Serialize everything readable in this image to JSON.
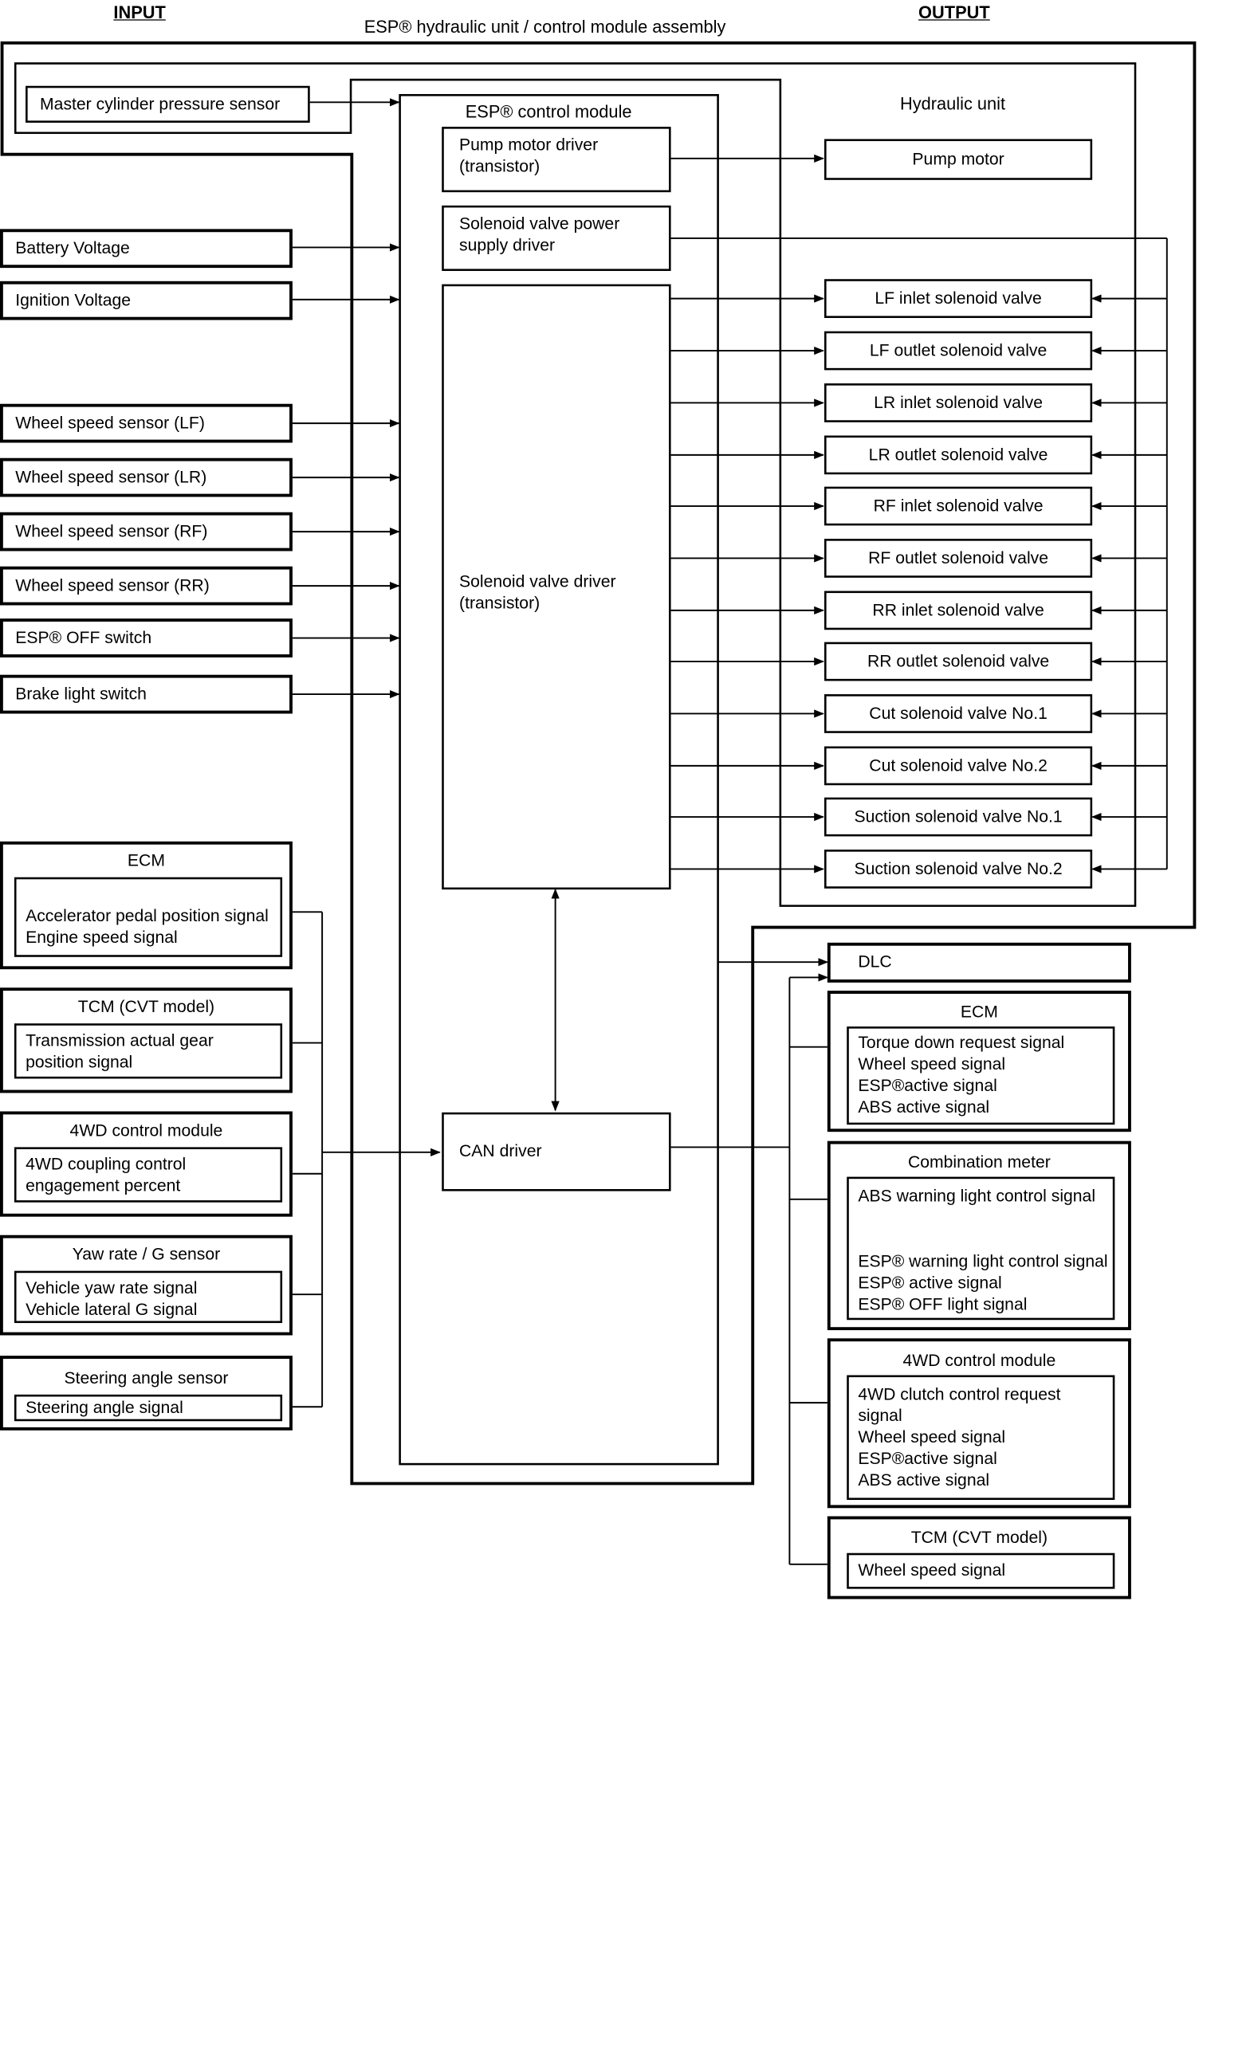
{
  "headers": {
    "input": "INPUT",
    "output": "OUTPUT",
    "assembly": "ESP® hydraulic unit / control module assembly",
    "hydraulic_unit": "Hydraulic unit",
    "control_module": "ESP® control module"
  },
  "inputs": {
    "master_cylinder": "Master cylinder pressure sensor",
    "battery_voltage": "Battery Voltage",
    "ignition_voltage": "Ignition Voltage",
    "wss_lf": "Wheel speed sensor (LF)",
    "wss_lr": "Wheel speed sensor (LR)",
    "wss_rf": "Wheel speed sensor (RF)",
    "wss_rr": "Wheel speed sensor (RR)",
    "esp_off_switch": "ESP® OFF switch",
    "brake_light_switch": "Brake light switch"
  },
  "can_inputs": {
    "ecm": {
      "title": "ECM",
      "signals": [
        "Accelerator pedal position signal",
        "Engine speed signal"
      ]
    },
    "tcm": {
      "title": "TCM (CVT model)",
      "signals": [
        "Transmission actual gear",
        "position signal"
      ]
    },
    "awd": {
      "title": "4WD control module",
      "signals": [
        "4WD coupling control",
        "engagement percent"
      ]
    },
    "yaw": {
      "title": "Yaw rate / G sensor",
      "signals": [
        "Vehicle yaw rate signal",
        "Vehicle lateral G signal"
      ]
    },
    "steering": {
      "title": "Steering angle sensor",
      "signals": [
        "Steering angle signal"
      ]
    }
  },
  "module": {
    "pump_driver": [
      "Pump motor driver",
      "(transistor)"
    ],
    "power_driver": [
      "Solenoid valve power",
      "supply driver"
    ],
    "solenoid_driver": [
      "Solenoid valve driver",
      "(transistor)"
    ],
    "can_driver": "CAN driver"
  },
  "outputs": {
    "pump_motor": "Pump motor",
    "valves": [
      "LF inlet solenoid valve",
      "LF outlet solenoid valve",
      "LR inlet solenoid valve",
      "LR outlet solenoid valve",
      "RF inlet solenoid valve",
      "RF outlet solenoid valve",
      "RR inlet solenoid valve",
      "RR outlet solenoid valve",
      "Cut solenoid valve No.1",
      "Cut solenoid valve No.2",
      "Suction solenoid valve No.1",
      "Suction solenoid valve No.2"
    ],
    "dlc": "DLC"
  },
  "can_outputs": {
    "ecm": {
      "title": "ECM",
      "signals": [
        "Torque down request signal",
        "Wheel speed signal",
        "ESP®active signal",
        "ABS active signal"
      ]
    },
    "meter": {
      "title": "Combination meter",
      "signals": [
        "ABS warning light control signal",
        "",
        "",
        "ESP® warning light control signal",
        "ESP® active signal",
        "ESP® OFF light signal"
      ]
    },
    "awd": {
      "title": "4WD control module",
      "signals": [
        "4WD clutch control request",
        "signal",
        "Wheel speed signal",
        "ESP®active signal",
        "ABS active signal"
      ]
    },
    "tcm": {
      "title": "TCM (CVT model)",
      "signals": [
        "Wheel speed signal"
      ]
    }
  }
}
